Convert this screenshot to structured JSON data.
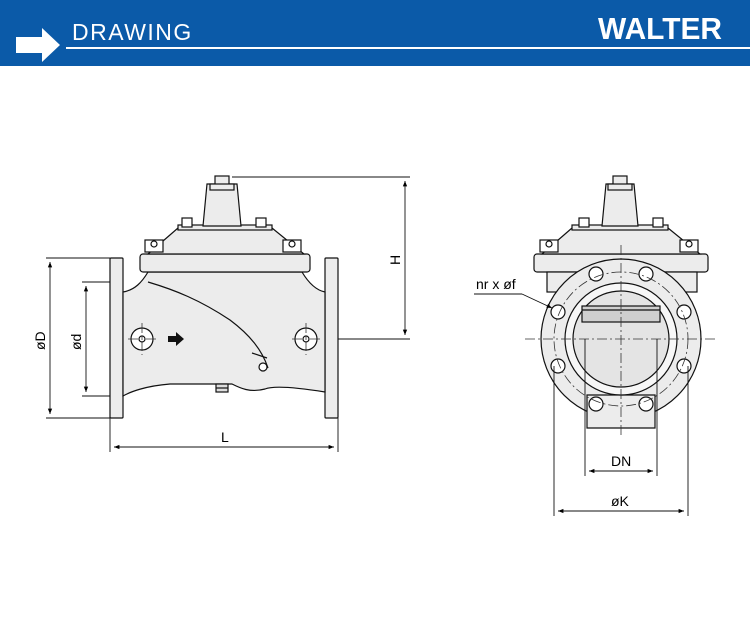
{
  "header": {
    "title": "DRAWING",
    "brand": "WALTER",
    "background": "#0b5aa8",
    "arrow_icon": "arrow-right-icon"
  },
  "side_view": {
    "labels": {
      "outer_diameter": "øD",
      "inner_diameter": "ød",
      "length": "L",
      "height": "H"
    }
  },
  "end_view": {
    "labels": {
      "bolt_holes": "nr x øf",
      "nominal_diameter": "DN",
      "bolt_circle": "øK"
    }
  }
}
